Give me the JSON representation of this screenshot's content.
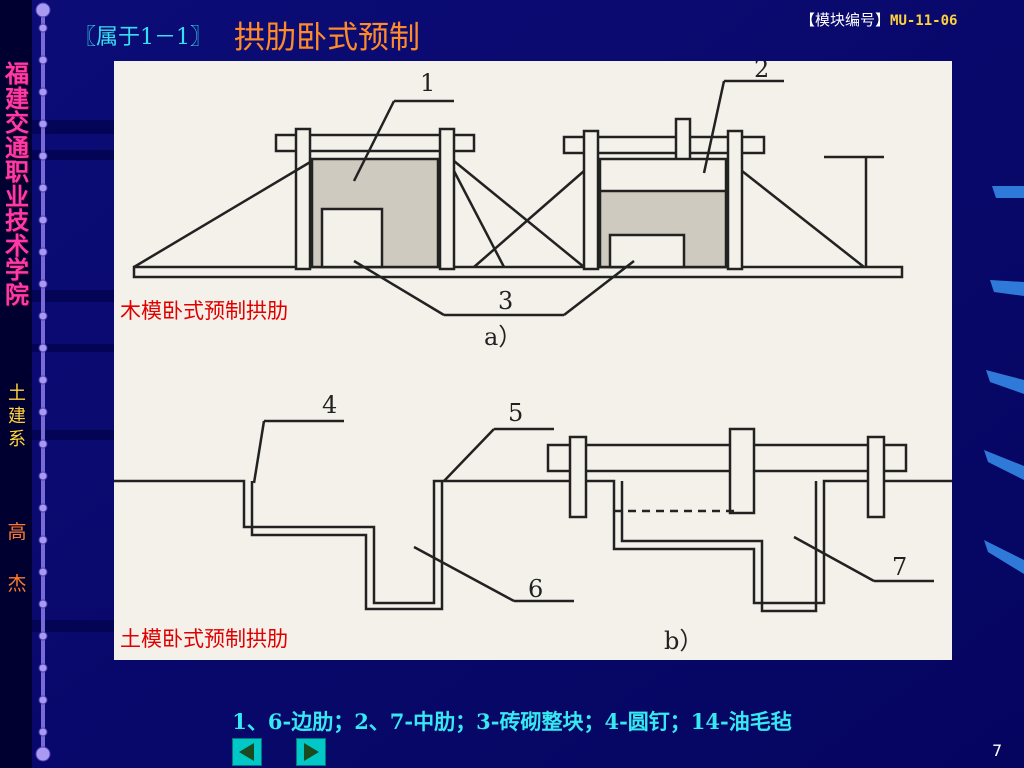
{
  "header": {
    "title_prefix": "〖属于1－1〗",
    "title_main": "拱肋卧式预制",
    "module_label": "【模块编号】",
    "module_code": "MU-11-06"
  },
  "sidebar": {
    "school_name": "福建交通职业技术学院",
    "department": "土建系",
    "author": "高杰"
  },
  "figure": {
    "caption_a": "木模卧式预制拱肋",
    "caption_b": "土模卧式预制拱肋",
    "labels": {
      "n1": "1",
      "n2": "2",
      "n3": "3",
      "n4": "4",
      "n5": "5",
      "n6": "6",
      "n7": "7",
      "part_a": "a）",
      "part_b": "b）"
    }
  },
  "legend": "1、6-边肋；2、7-中肋；3-砖砌整块；4-圆钉；14-油毛毡",
  "footer": {
    "page_number": "7"
  },
  "colors": {
    "background": "#0a0a70",
    "title_prefix": "#36e0f0",
    "title_main": "#ff8a2a",
    "caption": "#e00000",
    "legend": "#36e8f0",
    "nav_button": "#00c8c8"
  }
}
